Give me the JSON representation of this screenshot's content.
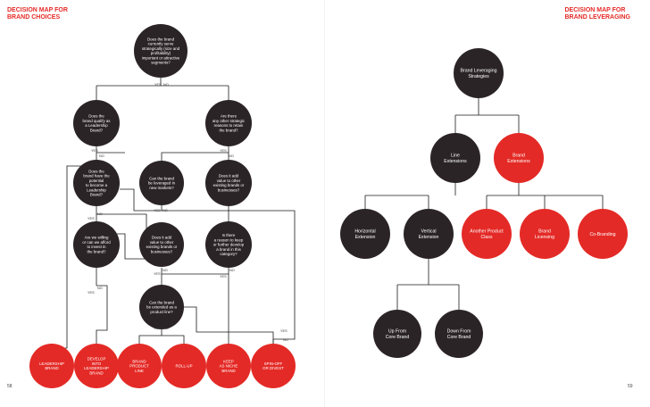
{
  "colors": {
    "dark": "#2b2426",
    "accent": "#e42a26",
    "line": "#1a1a1a",
    "node_text_dark": "#ffffff",
    "node_text_red": "#ffffff"
  },
  "left": {
    "title": "DECISION MAP FOR\nBRAND CHOICES",
    "page_number": "58",
    "nodes": [
      {
        "id": "q_brand_sense",
        "text": "Does the brand\ncurrently serve\nstrategically (size and\nprofitability)\nimportant or attractive\nsegments?",
        "style": "dark"
      },
      {
        "id": "q_qualify_leader",
        "text": "Does the\nbrand qualify as\na Leadership\nBrand?",
        "style": "dark"
      },
      {
        "id": "q_other_reasons",
        "text": "Are there\nany other strategic\nreasons to retain\nthe brand?",
        "style": "dark"
      },
      {
        "id": "q_potential_leader",
        "text": "Does the\nbrand have the\npotential\nto become a\nLeadership\nBrand?",
        "style": "dark"
      },
      {
        "id": "q_leverage_new",
        "text": "Can the brand\nbe leveraged in\nnew markets?",
        "style": "dark"
      },
      {
        "id": "q_value_add_1",
        "text": "Does it add\nvalue to other\nexisting brands or\nbusinesses?",
        "style": "dark"
      },
      {
        "id": "q_willing_invest",
        "text": "Are we willing\nor can we afford\nto invest in\nthe brand?",
        "style": "dark"
      },
      {
        "id": "q_value_add_2",
        "text": "Does it add\nvalue to other\nexisting brands or\nbusinesses?",
        "style": "dark"
      },
      {
        "id": "q_reason_keep",
        "text": "Is there\na reason to keep\nor further develop\na brand in this\ncategory?",
        "style": "dark"
      },
      {
        "id": "q_extended",
        "text": "Can the brand\nbe extended as a\nproduct line?",
        "style": "dark"
      },
      {
        "id": "o_leadership",
        "text": "LEADERSHIP\nBRAND",
        "style": "red"
      },
      {
        "id": "o_develop",
        "text": "DEVELOP\nINTO\nLEADERSHIP\nBRAND",
        "style": "red"
      },
      {
        "id": "o_product_line",
        "text": "BRAND\nPRODUCT\nLINE",
        "style": "red"
      },
      {
        "id": "o_roll_up",
        "text": "ROLL-UP",
        "style": "red"
      },
      {
        "id": "o_keep",
        "text": "KEEP\nAS NICHE\nBRAND",
        "style": "red"
      },
      {
        "id": "o_spin_off",
        "text": "SPIN-OFF\nOR DIVEST",
        "style": "red"
      }
    ],
    "labels": [
      {
        "id": "yes_a",
        "text": "YES"
      },
      {
        "id": "no_a",
        "text": "NO"
      },
      {
        "id": "yes_b",
        "text": "YES"
      },
      {
        "id": "no_b",
        "text": "NO"
      },
      {
        "id": "yes_c",
        "text": "YES"
      },
      {
        "id": "no_c",
        "text": "NO"
      },
      {
        "id": "yes_d",
        "text": "YES"
      },
      {
        "id": "no_d",
        "text": "NO"
      },
      {
        "id": "yes_e",
        "text": "YES"
      },
      {
        "id": "no_e",
        "text": "NO"
      },
      {
        "id": "yes_f",
        "text": "YES"
      },
      {
        "id": "no_f",
        "text": "NO"
      },
      {
        "id": "yes_g",
        "text": "YES"
      },
      {
        "id": "no_g",
        "text": "NO"
      },
      {
        "id": "yes_h",
        "text": "YES"
      },
      {
        "id": "no_h",
        "text": "NO"
      },
      {
        "id": "yes_i",
        "text": "YES"
      },
      {
        "id": "no_i",
        "text": "NO"
      },
      {
        "id": "yes_j",
        "text": "YES"
      },
      {
        "id": "no_j",
        "text": "NO"
      }
    ]
  },
  "right": {
    "title": "DECISION MAP FOR\nBRAND LEVERAGING",
    "page_number": "59",
    "nodes": [
      {
        "id": "r_root",
        "text": "Brand Leveraging\nStrategies",
        "style": "dark"
      },
      {
        "id": "r_line",
        "text": "Line\nExtensions",
        "style": "dark"
      },
      {
        "id": "r_brand_ext",
        "text": "Brand\nExtensions",
        "style": "red"
      },
      {
        "id": "r_horizontal",
        "text": "Horizontal\nExtension",
        "style": "dark"
      },
      {
        "id": "r_vertical",
        "text": "Vertical\nExtension",
        "style": "dark"
      },
      {
        "id": "r_another",
        "text": "Another Product\nClass",
        "style": "red"
      },
      {
        "id": "r_licensing",
        "text": "Brand\nLicensing",
        "style": "red"
      },
      {
        "id": "r_cobranding",
        "text": "Co-Branding",
        "style": "red"
      },
      {
        "id": "r_up",
        "text": "Up From\nCore Brand",
        "style": "dark"
      },
      {
        "id": "r_down",
        "text": "Down From\nCore Brand",
        "style": "dark"
      }
    ]
  }
}
